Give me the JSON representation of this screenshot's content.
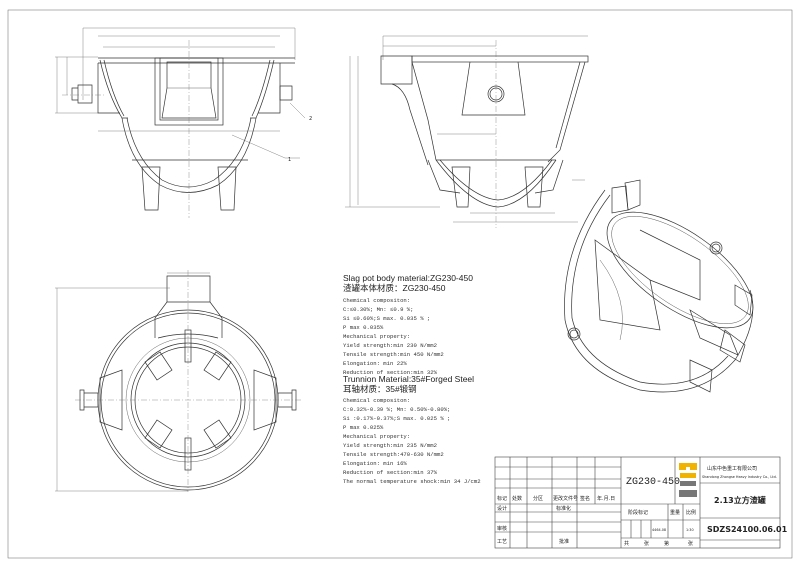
{
  "callouts": {
    "part1": "1",
    "part2": "2"
  },
  "specs": {
    "body": {
      "title": "Slag pot body material:ZG230-450",
      "title_cn": "渣罐本体材质：ZG230-450",
      "lines": [
        "Chemical compositon:",
        "C:≤0.30%; Mn: ≤0.9 %;",
        "Si ≤0.60%;S max. 0.035 % ;",
        "P max 0.035%",
        "Mechanical property:",
        "Yield strength:min 230 N/mm2",
        "Tensile strength:min 450 N/mm2",
        "Elongation: min 22%",
        "Reduction of section:min 32%"
      ]
    },
    "trunnion": {
      "title": "Trunnion Material:35#Forged Steel",
      "title_cn": "耳轴材质：35#锻钢",
      "lines": [
        "Chemical compositon:",
        "C:0.32%-0.39 %; Mn: 0.50%-0.80%;",
        "Si :0.17%-0.37%;S max. 0.025 % ;",
        "P max 0.025%",
        "Mechanical property:",
        "Yield strength:min 235 N/mm2",
        "Tensile strength:470-630 N/mm2",
        "Elongation: min 16%",
        "Reduction of section:min 37%",
        "The normal temperature shock:min 34 J/cm2"
      ]
    }
  },
  "title_block": {
    "material": "ZG230-450",
    "company_cn": "山东中色重工有限公司",
    "company_en": "Shandong Zhongse Heavy Industry Co., Ltd.",
    "drawing_name": "2.13立方渣罐",
    "drawing_number": "SDZS24100.06.01",
    "rev_headers": [
      "标记",
      "处数",
      "分区",
      "更改文件号",
      "签名",
      "年.月.日"
    ],
    "design": "设计",
    "standardization": "标准化",
    "review": "审核",
    "process": "工艺",
    "approve": "批准",
    "stage_mark": "阶段标记",
    "weight_label": "重量",
    "scale_label": "比例",
    "weight": "4464.08",
    "scale": "1:30",
    "sheets": [
      "共",
      "张",
      "第",
      "张"
    ],
    "logo_color_top": "#f0b400",
    "logo_color_bottom": "#777777"
  }
}
